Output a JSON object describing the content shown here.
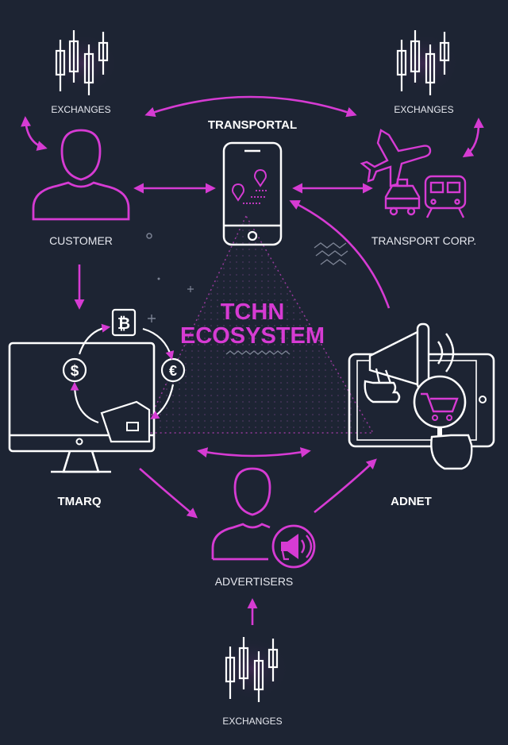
{
  "colors": {
    "background": "#1d2433",
    "accent": "#d63bd3",
    "line": "#ffffff",
    "label": "#e6e8ef"
  },
  "center": {
    "line1": "TCHN",
    "line2": "ECOSYSTEM"
  },
  "nodes": {
    "exchanges_top_left": {
      "label": "EXCHANGES",
      "icon": "candlestick-chart-icon"
    },
    "exchanges_top_right": {
      "label": "EXCHANGES",
      "icon": "candlestick-chart-icon"
    },
    "exchanges_bottom": {
      "label": "EXCHANGES",
      "icon": "candlestick-chart-icon"
    },
    "transportal": {
      "label": "TRANSPORTAL",
      "icon": "smartphone-route-icon"
    },
    "customer": {
      "label": "CUSTOMER",
      "icon": "person-icon"
    },
    "transport_corp": {
      "label": "TRANSPORT CORP.",
      "icon": "vehicles-icon"
    },
    "tmarq": {
      "label": "TMARQ",
      "icon": "monitor-currency-icon"
    },
    "adnet": {
      "label": "ADNET",
      "icon": "tablet-advertising-icon"
    },
    "advertisers": {
      "label": "ADVERTISERS",
      "icon": "person-megaphone-icon"
    }
  }
}
